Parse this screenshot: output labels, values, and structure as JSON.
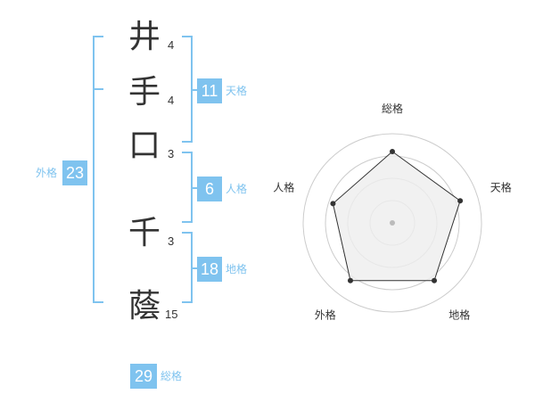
{
  "name": {
    "characters": [
      {
        "char": "井",
        "strokes": "4"
      },
      {
        "char": "手",
        "strokes": "4"
      },
      {
        "char": "口",
        "strokes": "3"
      },
      {
        "char": "千",
        "strokes": "3"
      },
      {
        "char": "蔭",
        "strokes": "15"
      }
    ]
  },
  "fortunes": {
    "tenkaku": {
      "value": "11",
      "label": "天格"
    },
    "jinkaku": {
      "value": "6",
      "label": "人格"
    },
    "chikaku": {
      "value": "18",
      "label": "地格"
    },
    "gaikaku": {
      "value": "23",
      "label": "外格"
    },
    "soukaku": {
      "value": "29",
      "label": "総格"
    }
  },
  "colors": {
    "accent": "#7fc3ef",
    "text": "#333333",
    "radar_fill": "#eeeeee",
    "radar_ring": "#cccccc"
  },
  "chart_data": {
    "type": "radar",
    "axes": [
      "総格",
      "天格",
      "地格",
      "外格",
      "人格"
    ],
    "values": [
      4,
      4,
      4,
      4,
      3.5
    ],
    "max": 5,
    "rings": 4
  }
}
